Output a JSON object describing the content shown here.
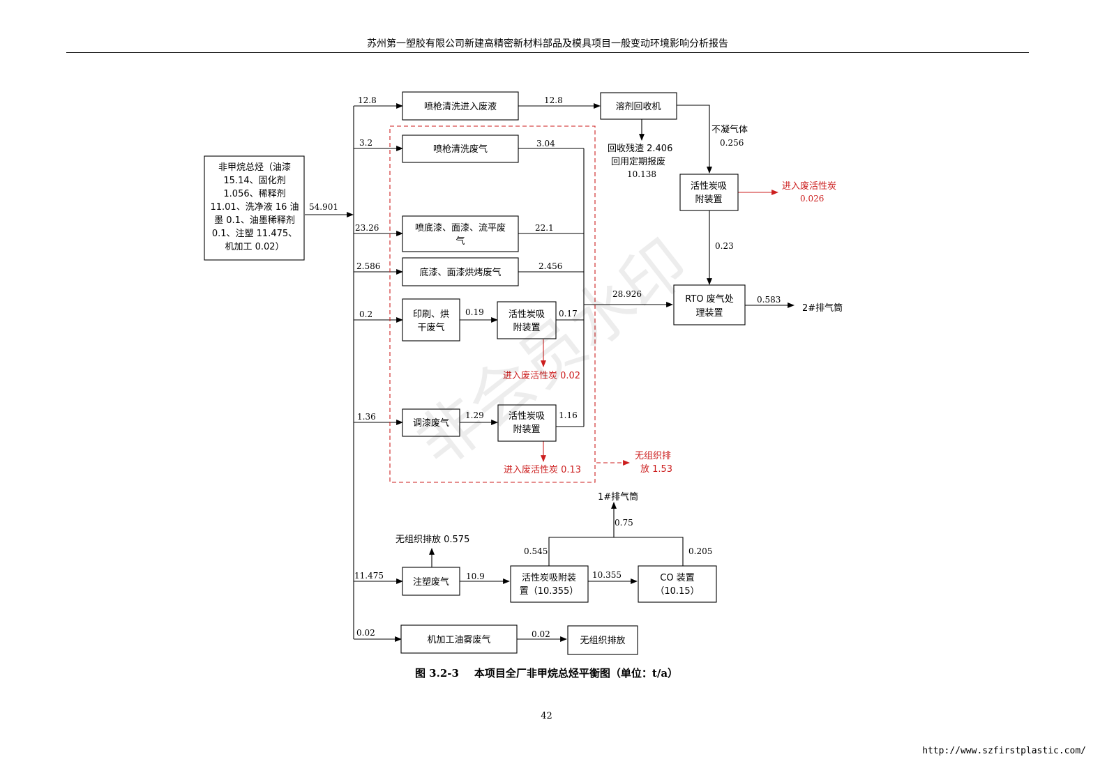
{
  "header": {
    "title": "苏州第一塑胶有限公司新建高精密新材料部品及模具项目一般变动环境影响分析报告"
  },
  "diagram": {
    "source": {
      "lines": [
        "非甲烷总烃（油漆",
        "15.14、固化剂",
        "1.056、稀释剂",
        "11.01、洗净液 16 油",
        "墨 0.1、油墨稀释剂",
        "0.1、注塑 11.475、",
        "机加工 0.02）"
      ],
      "total": "54.901"
    },
    "branch_values": {
      "spray_liquid": "12.8",
      "spray_gas": "3.2",
      "paint": "23.26",
      "bake": "2.586",
      "print": "0.2",
      "mixing": "1.36",
      "molding": "11.475",
      "machining": "0.02"
    },
    "boxes": {
      "spray_liquid": "喷枪清洗进入废液",
      "solvent_recovery": "溶剂回收机",
      "spray_gas": "喷枪清洗废气",
      "paint": [
        "喷底漆、面漆、流平废",
        "气"
      ],
      "bake": "底漆、面漆烘烤废气",
      "print": [
        "印刷、烘",
        "干废气"
      ],
      "carbon_1": [
        "活性炭吸",
        "附装置"
      ],
      "mixing": "调漆废气",
      "carbon_2": [
        "活性炭吸",
        "附装置"
      ],
      "carbon_top": [
        "活性炭吸",
        "附装置"
      ],
      "rto": [
        "RTO 废气处",
        "理装置"
      ],
      "molding": "注塑废气",
      "carbon_molding": [
        "活性炭吸附装",
        "置（10.355）"
      ],
      "co": [
        "CO 装置",
        "（10.15）"
      ],
      "machining": "机加工油雾废气",
      "fugitive_box": "无组织排放"
    },
    "flow_labels": {
      "to_solvent": "12.8",
      "spray_gas_out": "3.04",
      "paint_out": "22.1",
      "bake_out": "2.456",
      "print_to_carbon": "0.19",
      "carbon1_out": "0.17",
      "mixing_to_carbon": "1.29",
      "carbon2_out": "1.16",
      "to_rto": "28.926",
      "rto_out": "0.583",
      "stack_2": "2#排气筒",
      "noncondensable": [
        "不凝气体",
        "0.256"
      ],
      "residue": [
        "回收残渣 2.406",
        "回用定期报废",
        "10.138"
      ],
      "carbon_top_out": "0.23",
      "molding_fugitive": "无组织排放 0.575",
      "molding_to_carbon": "10.9",
      "carbon_to_co": "10.355",
      "carbon_molding_up": "0.545",
      "co_up": "0.205",
      "stack_1_flow": "0.75",
      "stack_1": "1#排气筒",
      "machining_out": "0.02"
    },
    "red_labels": {
      "top_spent_carbon": [
        "进入废活性炭",
        "0.026"
      ],
      "carbon1_spent": "进入废活性炭 0.02",
      "carbon2_spent": "进入废活性炭 0.13",
      "fugitive": [
        "无组织排",
        "放 1.53"
      ]
    },
    "colors": {
      "line": "#000000",
      "red": "#cc1e1e"
    }
  },
  "caption": {
    "number": "图 3.2-3",
    "text": "本项目全厂非甲烷总烃平衡图（单位：t/a）"
  },
  "page_number": "42",
  "footer_url": "http://www.szfirstplastic.com/"
}
